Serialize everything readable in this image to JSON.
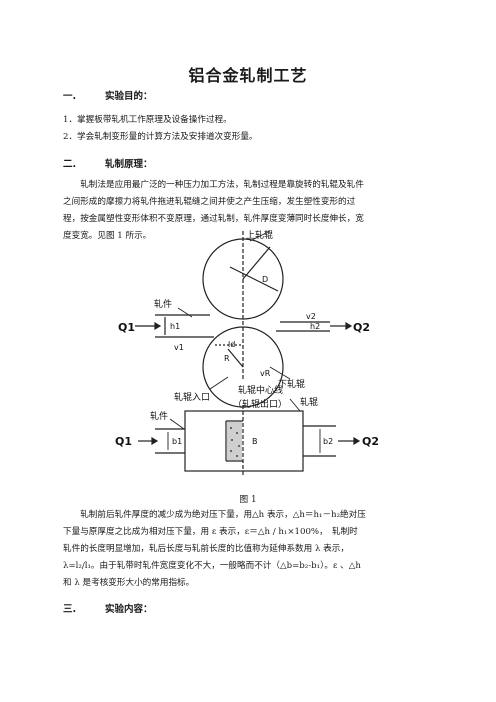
{
  "doc": {
    "title": "铝合金轧制工艺",
    "sections": [
      {
        "num": "一.",
        "title": "实验目的："
      },
      {
        "num": "二.",
        "title": "轧制原理："
      },
      {
        "num": "三.",
        "title": "实验内容："
      }
    ],
    "objectives": [
      "1．掌握板带轧机工作原理及设备操作过程。",
      "2．学会轧制变形量的计算方法及安排道次变形量。"
    ],
    "principle_lines": [
      "　　轧制法是应用最广泛的一种压力加工方法，轧制过程是靠旋转的轧辊及轧件",
      "之间形成的摩擦力将轧件拖进轧辊缝之间并使之产生压缩，发生塑性变形的过",
      "程，按金属塑性变形体积不变原理，通过轧制，轧件厚度变薄同时长度伸长，宽",
      "度变宽。见图 1 所示。"
    ],
    "figure_caption": "图 1",
    "figure_labels": {
      "upper_roll": "上轧辊",
      "lower_roll": "下轧辊",
      "workpiece": "轧件",
      "entry": "轧辊入口",
      "centerline": "轧辊中心线",
      "exit": "（轧辊出口）",
      "roll": "轧辊",
      "Q1": "Q1",
      "Q2": "Q2",
      "h1": "h1",
      "h2": "h2",
      "v1": "v1",
      "v2": "v2",
      "vR": "vR",
      "D": "D",
      "R": "R",
      "ld": "ld",
      "b1": "b1",
      "b2": "b2",
      "B": "B"
    },
    "formula_lines": [
      "　　轧制前后轧件厚度的减少成为绝对压下量，用△h 表示，△h＝h₁－h₂绝对压",
      "下量与原厚度之比成为相对压下量，用 ε 表示，ε＝△h / h₁×100%，　轧制时",
      "轧件的长度明显增加，轧后长度与轧前长度的比值称为延伸系数用 λ 表示，",
      "λ=l₂/l₁。由于轧带时轧件宽度变化不大，一般略而不计（△b=b₂-b₁）。ε 、△h",
      "和 λ 是考核变形大小的常用指标。"
    ]
  }
}
